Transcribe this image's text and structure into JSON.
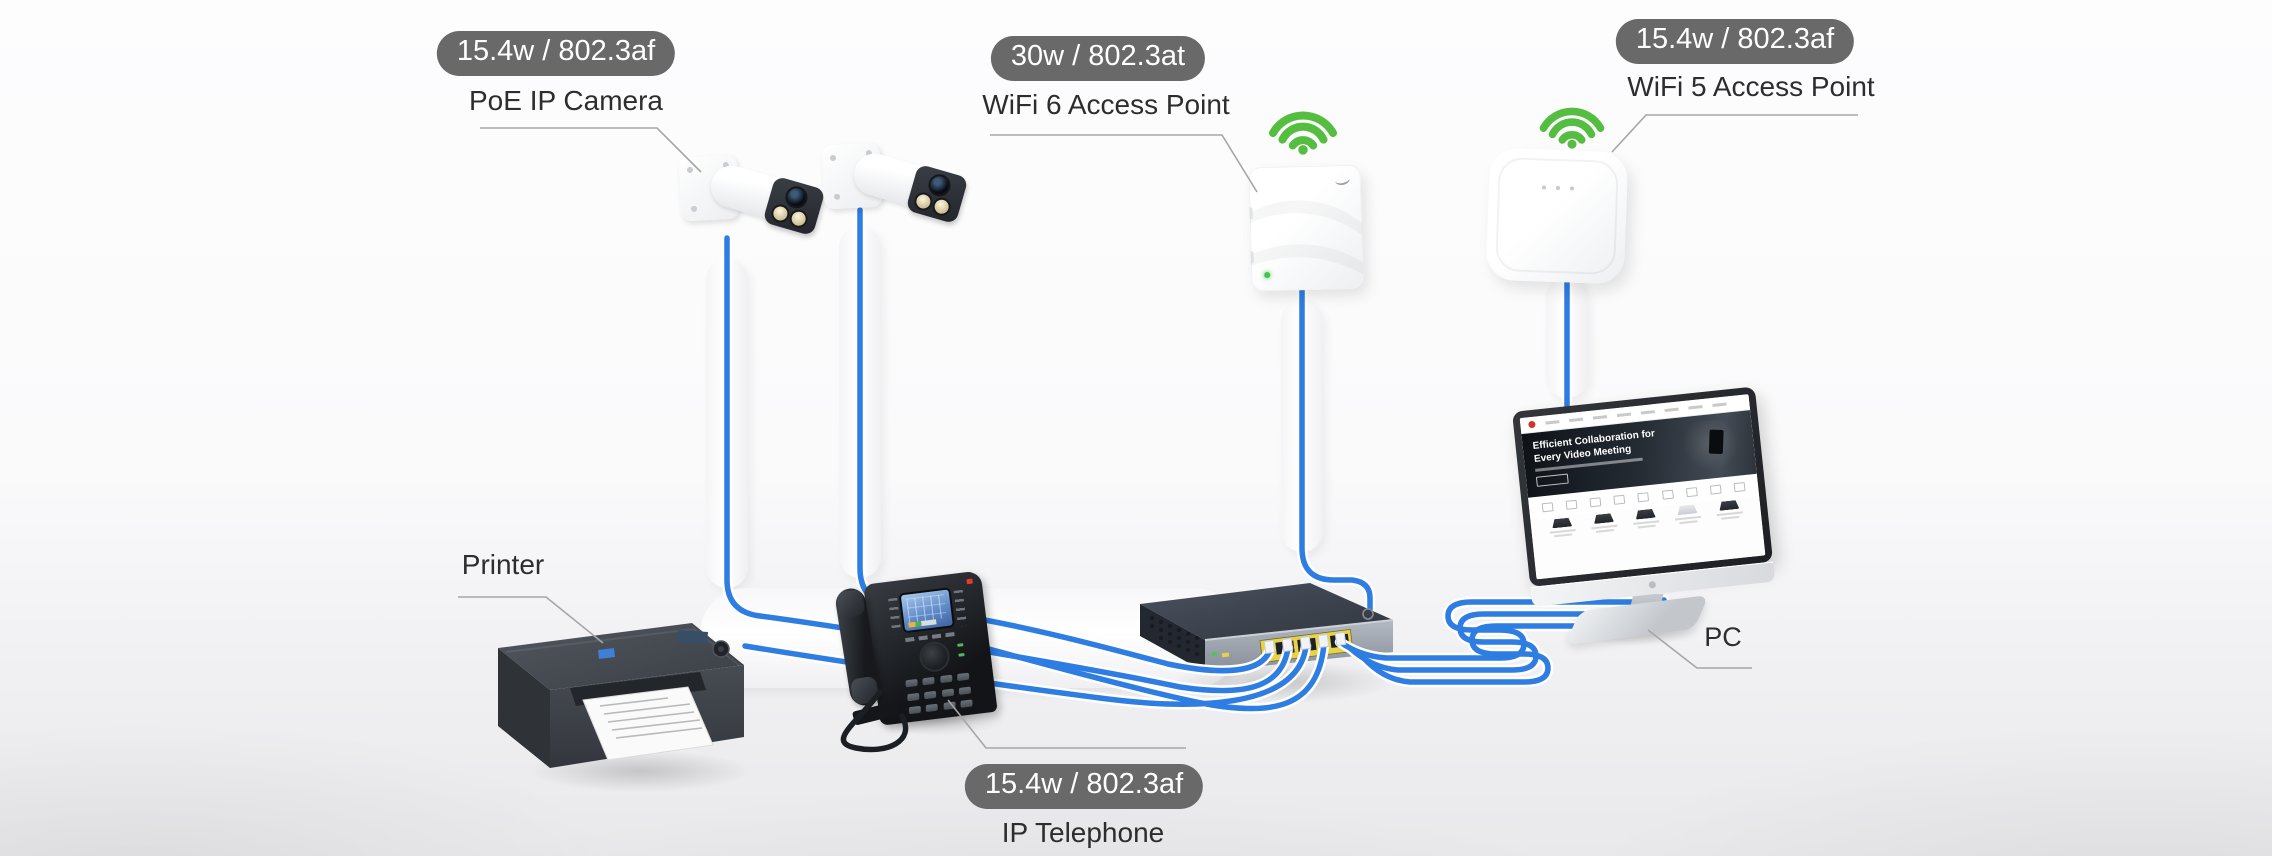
{
  "colors": {
    "cable": "#2e7de2",
    "badge_bg": "#696969",
    "badge_text": "#ffffff",
    "label": "#2d2d2d",
    "wifi": "#55bd40",
    "leader": "#a6a6a6"
  },
  "callouts": {
    "poe_camera": {
      "badge": "15.4w / 802.3af",
      "label": "PoE IP Camera"
    },
    "wifi6_ap": {
      "badge": "30w / 802.3at",
      "label": "WiFi 6 Access Point"
    },
    "wifi5_ap": {
      "badge": "15.4w / 802.3af",
      "label": "WiFi 5 Access Point"
    },
    "printer": {
      "label": "Printer"
    },
    "ip_telephone": {
      "badge": "15.4w / 802.3af",
      "label": "IP Telephone"
    },
    "pc": {
      "label": "PC"
    }
  },
  "pc_screen": {
    "hero_title": "Efficient Collaboration for Every Video Meeting"
  },
  "icons": {
    "wifi6": "wifi-signal-icon",
    "wifi5": "wifi-signal-icon"
  }
}
